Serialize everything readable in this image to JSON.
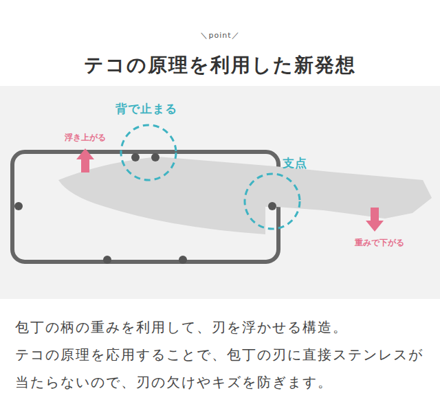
{
  "diagram": {
    "title": "テコの原理を利用した新発想",
    "labels": [
      "＼point／",
      "背で止まる",
      "浮き上がる",
      "支点",
      "重みで下がる",
      "包丁の柄の重みを利用して、刃を浮かせる構造。",
      "テコの原理を応用することで、包丁の刃に直接ステンレスが当たらないので、刃の欠けやキズを防ぎます。"
    ]
  }
}
